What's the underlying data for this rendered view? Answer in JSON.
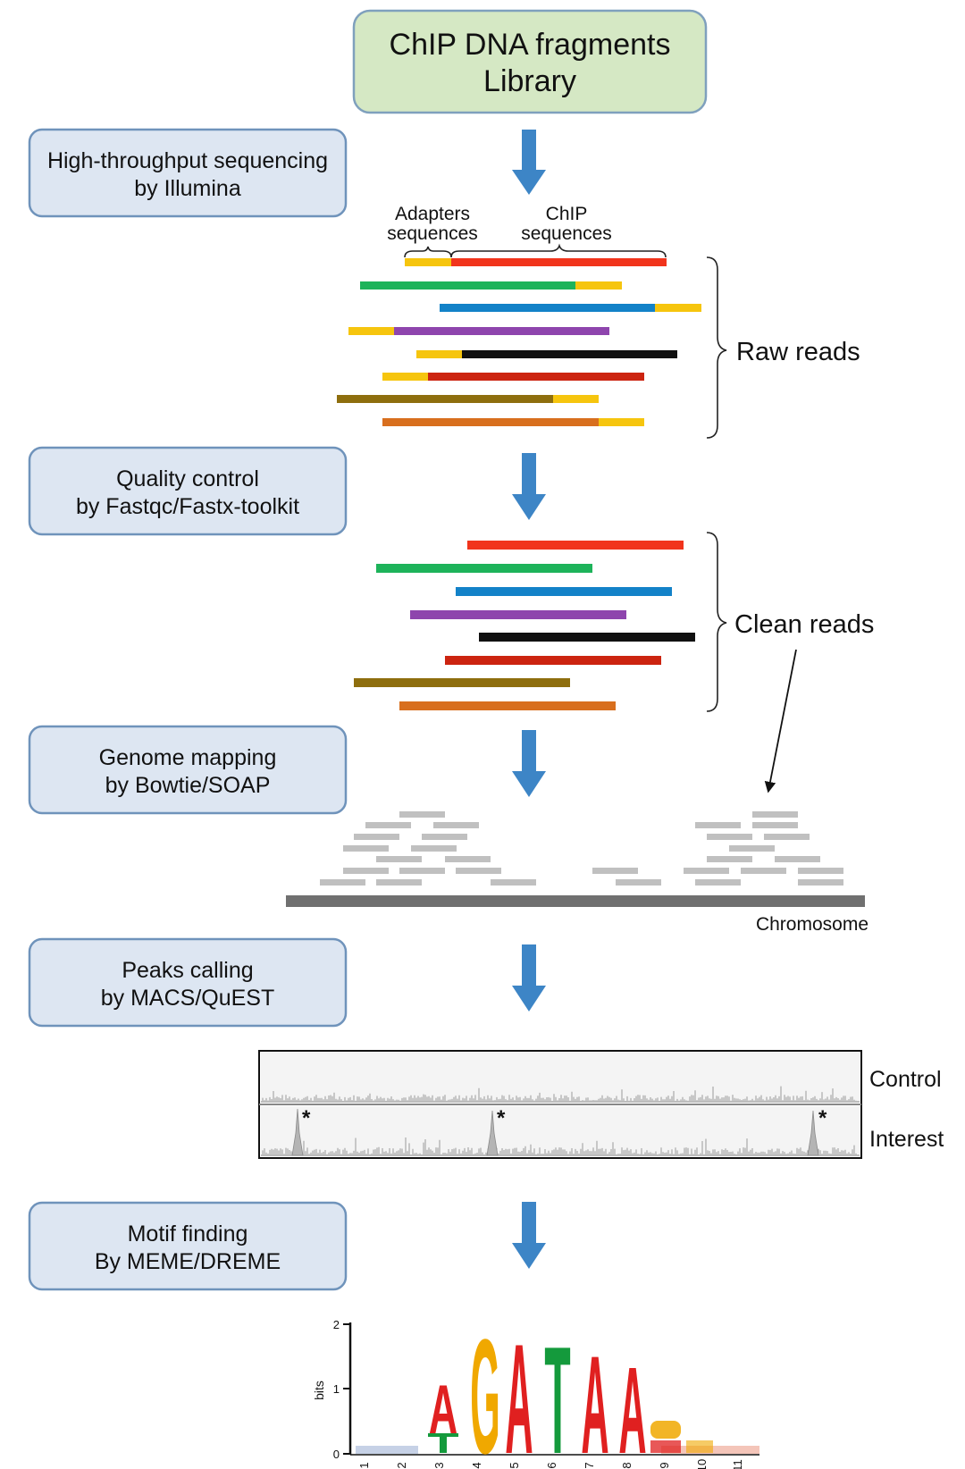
{
  "title_box": {
    "line1": "ChIP DNA fragments",
    "line2": "Library"
  },
  "steps": [
    {
      "line1": "High-throughput sequencing",
      "line2": "by Illumina"
    },
    {
      "line1": "Quality control",
      "line2": "by Fastqc/Fastx-toolkit"
    },
    {
      "line1": "Genome mapping",
      "line2": "by Bowtie/SOAP"
    },
    {
      "line1": "Peaks calling",
      "line2": "by MACS/QuEST"
    },
    {
      "line1": "Motif finding",
      "line2": "By MEME/DREME"
    }
  ],
  "read_labels": {
    "adapters_line1": "Adapters",
    "adapters_line2": "sequences",
    "chip_line1": "ChIP",
    "chip_line2": "sequences",
    "raw_reads": "Raw reads",
    "clean_reads": "Clean reads"
  },
  "mapping": {
    "chromosome_label": "Chromosome"
  },
  "peaks": {
    "control_label": "Control",
    "interest_label": "Interest",
    "peak_marker": "*"
  },
  "motif": {
    "y_axis_label": "bits",
    "y_ticks": [
      "0",
      "1",
      "2"
    ],
    "positions": [
      "1",
      "2",
      "3",
      "4",
      "5",
      "6",
      "7",
      "8",
      "9",
      "10",
      "11"
    ],
    "letters": [
      "A",
      "G",
      "A",
      "T",
      "A",
      "A"
    ]
  },
  "colors": {
    "title_fill": "#d5e8c4",
    "title_stroke": "#7fa0bd",
    "step_fill": "#dde6f2",
    "step_stroke": "#6f93bb",
    "arrow": "#3d85c6",
    "adapter": "#f6c50e",
    "chromosome": "#707070",
    "mapped_read": "#c0c0c0",
    "base_A": "#e02020",
    "base_G": "#f0a800",
    "base_T": "#149a3c",
    "base_C": "#2050c8"
  }
}
